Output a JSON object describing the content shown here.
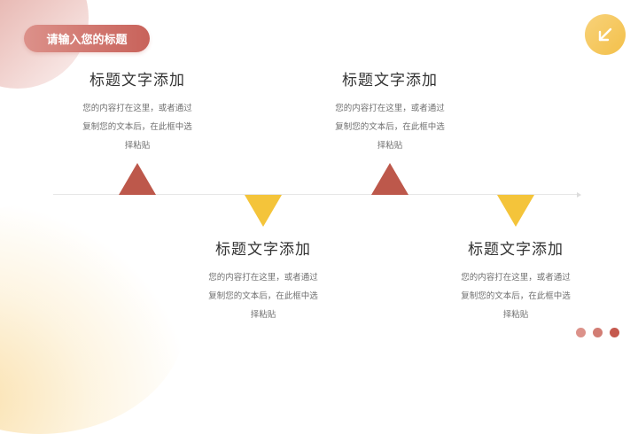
{
  "header": {
    "title": "请输入您的标题",
    "nav_icon": "arrow-down-left-icon"
  },
  "colors": {
    "red": "#bd584b",
    "yellow": "#f4c43a",
    "pill_start": "#dc918a",
    "pill_end": "#c8625a",
    "text_title": "#333333",
    "text_body": "#707070"
  },
  "timeline": {
    "items": [
      {
        "position": "above",
        "marker": "triangle-up",
        "marker_color": "#bd584b",
        "title": "标题文字添加",
        "body": "您的内容打在这里，或者通过复制您的文本后，在此框中选择粘贴"
      },
      {
        "position": "below",
        "marker": "triangle-down",
        "marker_color": "#f4c43a",
        "title": "标题文字添加",
        "body": "您的内容打在这里，或者通过复制您的文本后，在此框中选择粘贴"
      },
      {
        "position": "above",
        "marker": "triangle-up",
        "marker_color": "#bd584b",
        "title": "标题文字添加",
        "body": "您的内容打在这里，或者通过复制您的文本后，在此框中选择粘贴"
      },
      {
        "position": "below",
        "marker": "triangle-down",
        "marker_color": "#f4c43a",
        "title": "标题文字添加",
        "body": "您的内容打在这里，或者通过复制您的文本后，在此框中选择粘贴"
      }
    ]
  },
  "pagination": {
    "dots": [
      "#dc928a",
      "#d27d74",
      "#c5594e"
    ]
  }
}
